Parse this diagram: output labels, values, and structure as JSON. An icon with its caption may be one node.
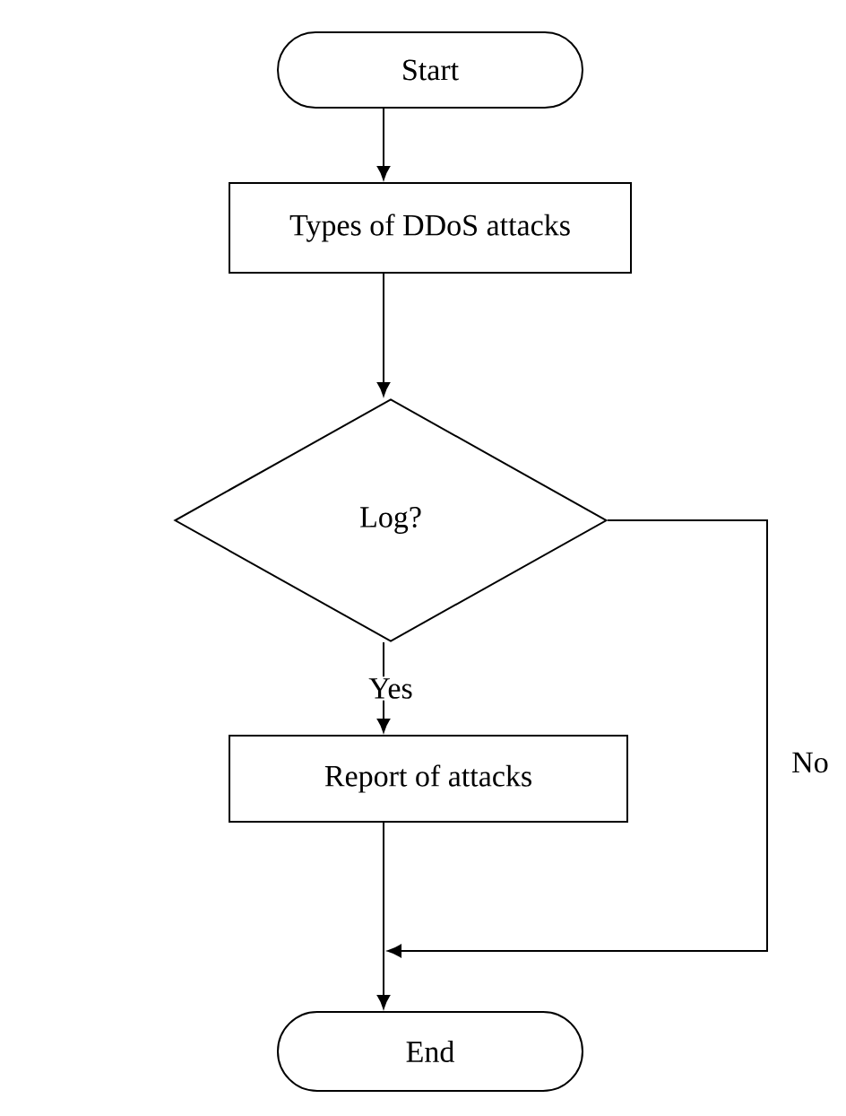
{
  "diagram": {
    "nodes": [
      {
        "text": [
          "Start"
        ]
      },
      {
        "text": [
          "Types of DDoS attacks"
        ]
      },
      {
        "text": [
          "Log?"
        ]
      },
      {
        "text": [
          "Report of attacks"
        ]
      },
      {
        "text": [
          "End"
        ]
      }
    ],
    "edges": [
      {
        "from": 0,
        "to": 1,
        "arrow": "to"
      },
      {
        "from": 1,
        "to": 2,
        "arrow": "to"
      },
      {
        "from": 2,
        "to": 3,
        "arrow": "to",
        "label": "Yes"
      },
      {
        "from": 3,
        "to": 4,
        "arrow": "to"
      },
      {
        "from": 2,
        "to": 4,
        "arrow": "to",
        "label": "No"
      }
    ]
  }
}
